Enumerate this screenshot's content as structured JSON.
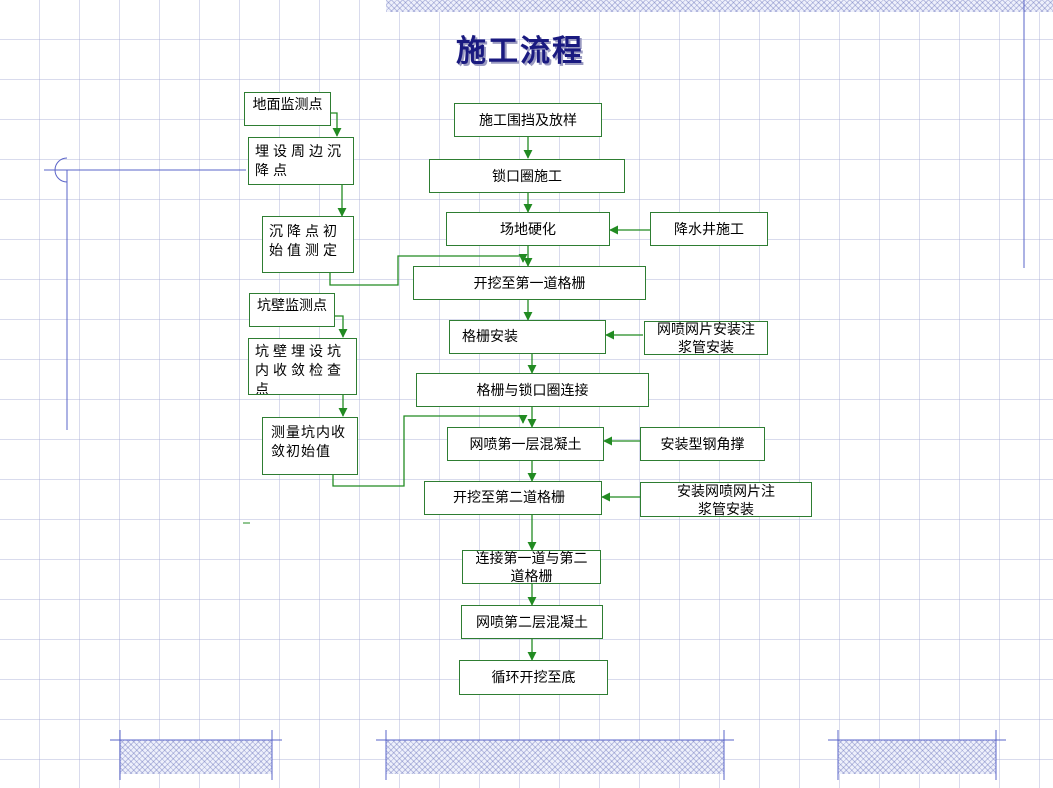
{
  "title": "施工流程",
  "monitoring": {
    "ground_monitor": "地面监测点",
    "bury_points": "埋设周边沉降点",
    "initial_settlement": "沉降点初始值测定",
    "pit_wall_monitor": "坑壁监测点",
    "pit_wall_points": "坑壁埋设坑内收敛检查点",
    "initial_convergence": "测量坑内收敛初始值"
  },
  "main_flow": {
    "s1": "施工围挡及放样",
    "s2": "锁口圈施工",
    "s3": "场地硬化",
    "s4": "开挖至第一道格栅",
    "s5": "格栅安装",
    "s6": "格栅与锁口圈连接",
    "s7": "网喷第一层混凝土",
    "s8": "开挖至第二道格栅",
    "s9": "连接第一道与第二道格栅",
    "s10": "网喷第二层混凝土",
    "s11": "循环开挖至底"
  },
  "side_steps": {
    "dewatering": "降水井施工",
    "mesh_pipe_1": "网喷网片安装注浆管安装",
    "steel_angle": "安装型钢角撑",
    "mesh_pipe_2": "安装网喷网片注浆管安装"
  },
  "colors": {
    "connector": "#228B22",
    "box_border": "#2e7d32",
    "title": "#1a1a80",
    "grid": "#aaafd7"
  }
}
